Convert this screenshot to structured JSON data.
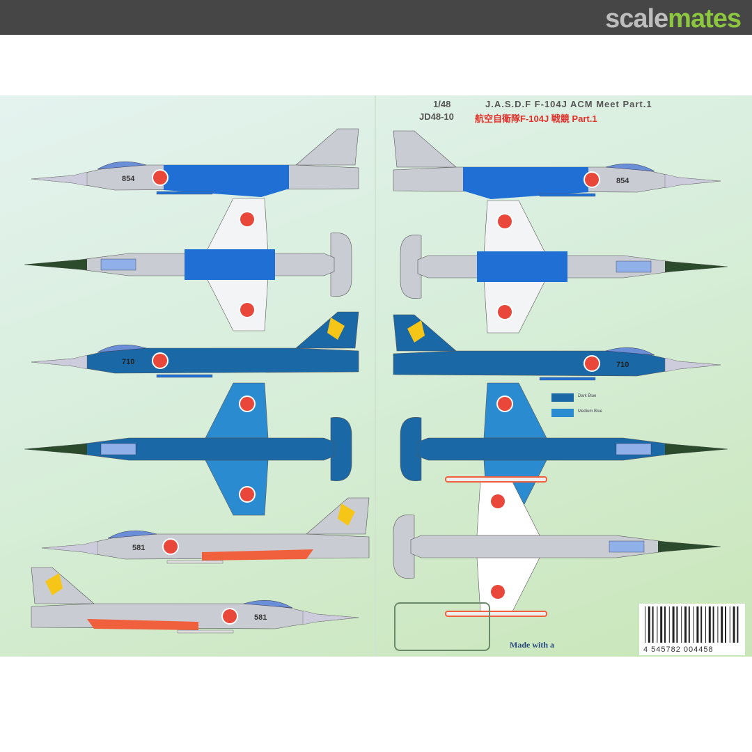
{
  "site": {
    "logo_part1": "scale",
    "logo_part2": "mates"
  },
  "sheet": {
    "scale": "1/48",
    "code": "JD48-10",
    "title_en": "J.A.S.D.F F-104J ACM Meet Part.1",
    "title_jp": "航空自衛隊F-104J 戦競 Part.1"
  },
  "legend": [
    {
      "label": "Dark Blue",
      "color": "#1a68a6"
    },
    {
      "label": "Medium Blue",
      "color": "#2b8bd0"
    }
  ],
  "colors": {
    "blue": "#1f6fd4",
    "dark_blue": "#1a68a6",
    "medium_blue": "#2b8bd0",
    "silver": "#c9cdd3",
    "orange": "#f0603c",
    "roundel": "#e8473a"
  },
  "aircraft": [
    {
      "view": "side",
      "scheme": "blue-band",
      "number": "854",
      "facing": "left"
    },
    {
      "view": "top",
      "scheme": "blue-band",
      "facing": "left"
    },
    {
      "view": "side",
      "scheme": "full-blue",
      "number": "710",
      "facing": "left"
    },
    {
      "view": "top",
      "scheme": "full-blue",
      "facing": "left"
    },
    {
      "view": "side",
      "scheme": "silver",
      "number": "581",
      "facing": "left"
    },
    {
      "view": "side",
      "scheme": "silver",
      "number": "581",
      "facing": "right"
    },
    {
      "view": "side",
      "scheme": "blue-band",
      "number": "854",
      "facing": "right"
    },
    {
      "view": "top",
      "scheme": "blue-band",
      "facing": "right"
    },
    {
      "view": "side",
      "scheme": "full-blue",
      "number": "710",
      "facing": "right"
    },
    {
      "view": "top",
      "scheme": "full-blue",
      "facing": "right"
    },
    {
      "view": "top",
      "scheme": "silver",
      "facing": "right"
    }
  ],
  "footer": {
    "made_with": "Made with a",
    "barcode": "4 545782 004458"
  }
}
